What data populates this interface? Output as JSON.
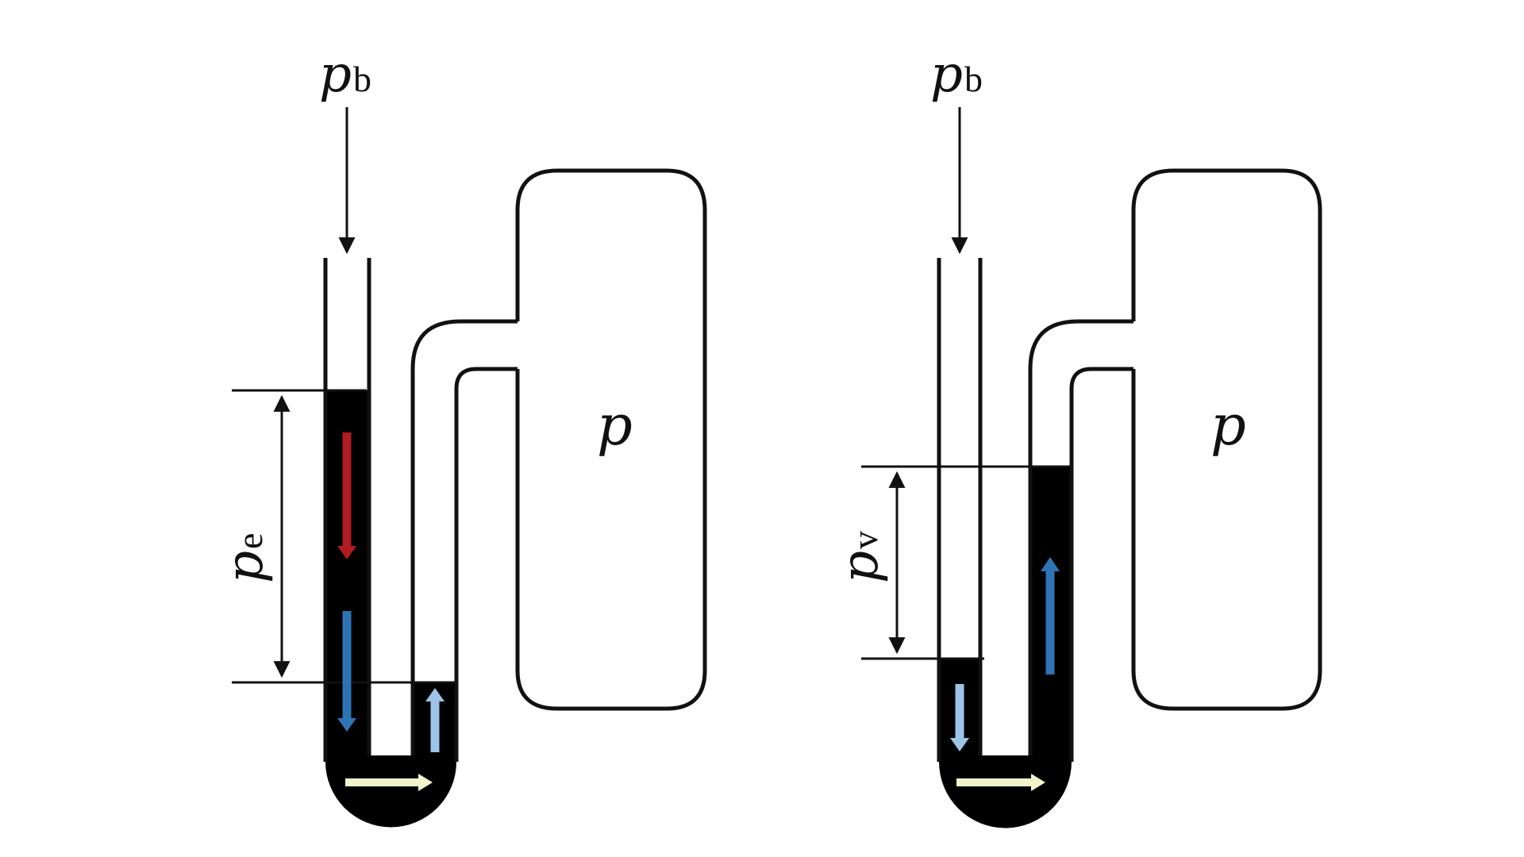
{
  "left_manometer": {
    "atmosphere_label": "p",
    "atmosphere_subscript": "b",
    "vessel_label": "p",
    "gauge_label": "p",
    "gauge_subscript": "e"
  },
  "right_manometer": {
    "atmosphere_label": "p",
    "atmosphere_subscript": "b",
    "vessel_label": "p",
    "gauge_label": "p",
    "gauge_subscript": "v"
  },
  "colors": {
    "line": "#111111",
    "fluid": "#000000",
    "arrow_red": "#b01c22",
    "arrow_blue": "#2e74b5",
    "arrow_light_blue": "#9dc3e6",
    "arrow_pale_yellow": "#f2f5cc"
  }
}
